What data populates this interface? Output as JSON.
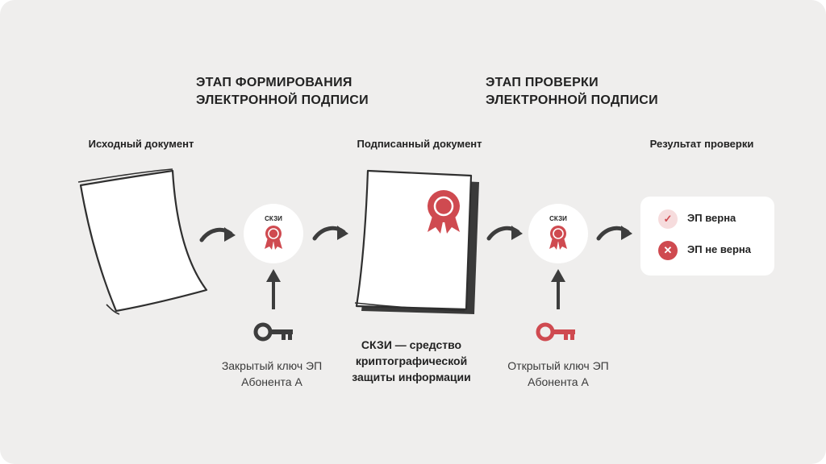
{
  "stages": {
    "signing_line1": "ЭТАП ФОРМИРОВАНИЯ",
    "signing_line2": "ЭЛЕКТРОННОЙ ПОДПИСИ",
    "verification_line1": "ЭТАП ПРОВЕРКИ",
    "verification_line2": "ЭЛЕКТРОННОЙ ПОДПИСИ"
  },
  "columns": {
    "source": "Исходный документ",
    "signed": "Подписанный документ",
    "result": "Результат проверки"
  },
  "skzi_badge": "СКЗИ",
  "private_key": {
    "line1": "Закрытый ключ ЭП",
    "line2": "Абонента А"
  },
  "public_key": {
    "line1": "Открытый ключ ЭП",
    "line2": "Абонента А"
  },
  "skzi_caption": {
    "line1": "СКЗИ — средство",
    "line2": "криптографической",
    "line3": "защиты информации"
  },
  "results": [
    {
      "label": "ЭП верна",
      "icon": "check-icon",
      "glyph": "✓"
    },
    {
      "label": "ЭП не верна",
      "icon": "cross-icon",
      "glyph": "✕"
    }
  ],
  "colors": {
    "accent": "#cf4a50",
    "dark": "#3d3d3d",
    "background": "#efeeed"
  }
}
